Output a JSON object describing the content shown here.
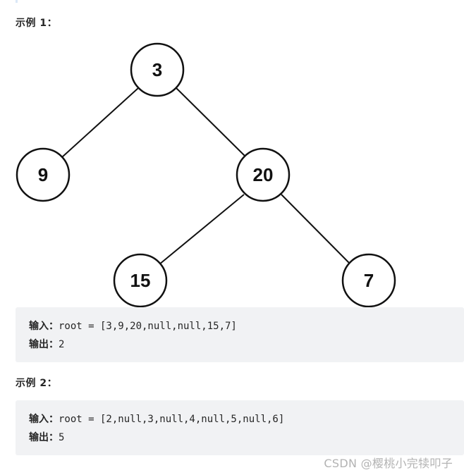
{
  "examples": [
    {
      "heading": "示例 1：",
      "tree": {
        "nodes": [
          "3",
          "9",
          "20",
          "15",
          "7"
        ]
      },
      "input_label": "输入：",
      "input_value": "root = [3,9,20,null,null,15,7]",
      "output_label": "输出：",
      "output_value": "2"
    },
    {
      "heading": "示例 2：",
      "input_label": "输入：",
      "input_value": "root = [2,null,3,null,4,null,5,null,6]",
      "output_label": "输出：",
      "output_value": "5"
    }
  ],
  "watermark": "CSDN @樱桃小完犊叩子"
}
